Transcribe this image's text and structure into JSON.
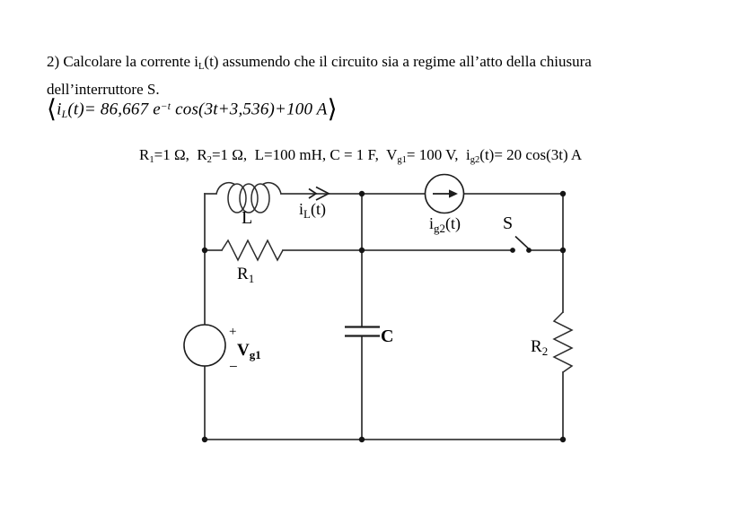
{
  "colors": {
    "background": "#ffffff",
    "ink": "#000000",
    "wire": "#3b3b3b",
    "node": "#151515"
  },
  "statement": {
    "line1_pre": "2) Calcolare la corrente i",
    "line1_sub": "L",
    "line1_post": "(t) assumendo che il circuito sia a regime all’atto della chiusura",
    "line2": "dell’interruttore S."
  },
  "formula": {
    "open": "⟨",
    "i_base": "i",
    "i_sub": "L",
    "mid": "(t)= 86,667 e",
    "exp_sup": "−t",
    "tail": " cos(3t+3,536)+100 A",
    "close": "⟩"
  },
  "params": {
    "r1_base": "R",
    "r1_sub": "1",
    "seg2": "=1 Ω,  R",
    "r2_sub": "2",
    "seg3": "=1 Ω,  L=100 mH, C = 1 F,  V",
    "vg1_sub": "g1",
    "seg4": "= 100 V,  i",
    "ig2_sub": "g2",
    "seg5": "(t)= 20 cos(3t) A"
  },
  "circuit": {
    "inductor_label": "L",
    "il_label": {
      "base": "i",
      "sub": "L",
      "rest": "(t)"
    },
    "ig2_label": {
      "base": "i",
      "sub": "g2",
      "rest": "(t)"
    },
    "switch_label": "S",
    "r1_label": {
      "base": "R",
      "sub": "1"
    },
    "r2_label": {
      "base": "R",
      "sub": "2"
    },
    "capacitor_label": "C",
    "vg1_label": {
      "base": "V",
      "sub": "g1"
    },
    "plus_sign": "+",
    "minus_sign": "−"
  }
}
